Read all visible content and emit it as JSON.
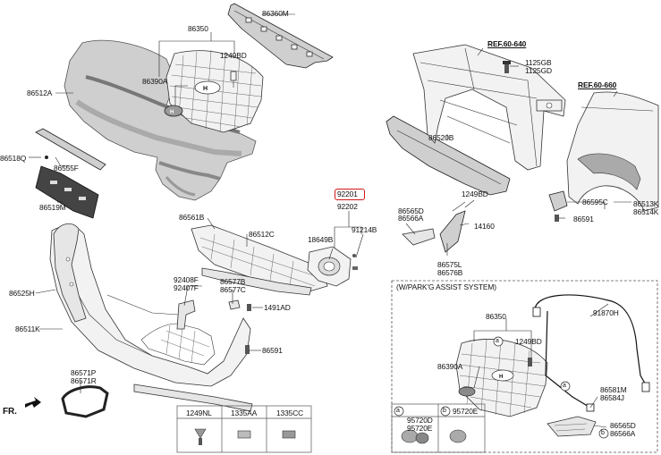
{
  "labels": {
    "l86360M": "86360M",
    "l86350_top": "86350",
    "l1249BD_top": "1249BD",
    "l86390A_top": "86390A",
    "l86512A": "86512A",
    "l86518Q": "86518Q",
    "l86555F": "86555F",
    "l86519M": "86519M",
    "l86525H": "86525H",
    "l86511K": "86511K",
    "l86571P": "86571P",
    "l86571R": "86571R",
    "l86561B": "86561B",
    "l86512C": "86512C",
    "l92408F": "92408F",
    "l92407F": "92407F",
    "l86577B": "86577B",
    "l86577C": "86577C",
    "l1491AD": "1491AD",
    "l86591_mid": "86591",
    "l92201": "92201",
    "l92202": "92202",
    "l18649B": "18649B",
    "l91214B": "91214B",
    "l86565D_mid": "86565D",
    "l86566A_mid": "86566A",
    "l1249BD_mid": "1249BD",
    "l14160": "14160",
    "l86575L": "86575L",
    "l86576B": "86576B",
    "l86520B": "86520B",
    "lref640": "REF.60-640",
    "l1125GB": "1125GB",
    "l1125GD": "1125GD",
    "lref660": "REF.60-660",
    "l86595C": "86595C",
    "l86513K": "86513K",
    "l86514K": "86514K",
    "l86591_right": "86591",
    "lassist": "(W/PARK'G ASSIST SYSTEM)",
    "l86350_inset": "86350",
    "l91870H": "91870H",
    "l1249BD_inset": "1249BD",
    "l86390A_inset": "86390A",
    "l86581M": "86581M",
    "l86584J": "86584J",
    "l86565D_inset": "86565D",
    "l86566A_inset": "86566A",
    "l95720D": "95720D",
    "l95720E": "95720E",
    "l95720E_b": "95720E",
    "lfr": "FR."
  },
  "circle_markers": [
    "a",
    "b"
  ],
  "fasteners_table": {
    "headers": [
      "1249NL",
      "1335AA",
      "1335CC"
    ]
  },
  "highlight": {
    "part_number": "92201",
    "color": "#d01818"
  }
}
